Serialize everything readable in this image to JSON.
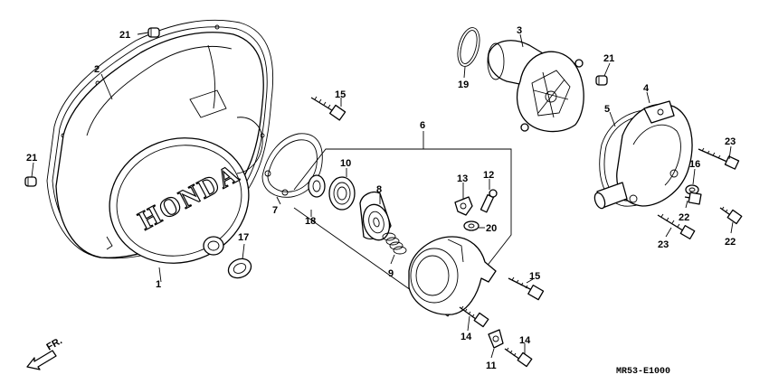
{
  "diagram_code": "MR53-E1000",
  "direction_label": "FR.",
  "cover_logo": "HONDA",
  "callouts": {
    "c1": "1",
    "c2": "2",
    "c3": "3",
    "c4": "4",
    "c5": "5",
    "c6": "6",
    "c7": "7",
    "c8": "8",
    "c9": "9",
    "c10": "10",
    "c11": "11",
    "c12": "12",
    "c13": "13",
    "c14a": "14",
    "c14b": "14",
    "c15a": "15",
    "c15b": "15",
    "c16": "16",
    "c17": "17",
    "c18": "18",
    "c19": "19",
    "c20": "20",
    "c21a": "21",
    "c21b": "21",
    "c21c": "21",
    "c22a": "22",
    "c22b": "22",
    "c23a": "23",
    "c23b": "23"
  }
}
